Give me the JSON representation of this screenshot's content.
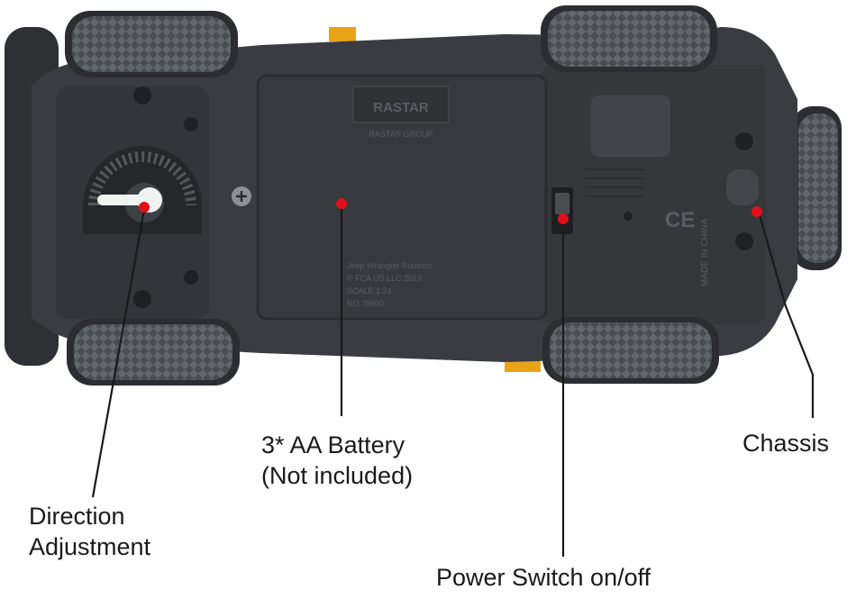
{
  "toy": {
    "brand_logo": "RASTAR",
    "brand_subtitle": "RASTAR GROUP",
    "molded_text": [
      "Jeep Wrangler Rubicon",
      "© FCA US LLC 2019",
      "SCALE 1:24",
      "NO.79500"
    ],
    "ce_mark": "CE",
    "made_in": "MADE IN CHINA",
    "body_color": "#3a3c41",
    "accent_color": "#e8a317",
    "marker_color": "#e0101a"
  },
  "callouts": {
    "direction": {
      "line1": "Direction",
      "line2": "Adjustment"
    },
    "battery": {
      "line1": "3* AA Battery",
      "line2": "(Not included)"
    },
    "power": {
      "label": "Power Switch on/off"
    },
    "chassis": {
      "label": "Chassis"
    }
  }
}
